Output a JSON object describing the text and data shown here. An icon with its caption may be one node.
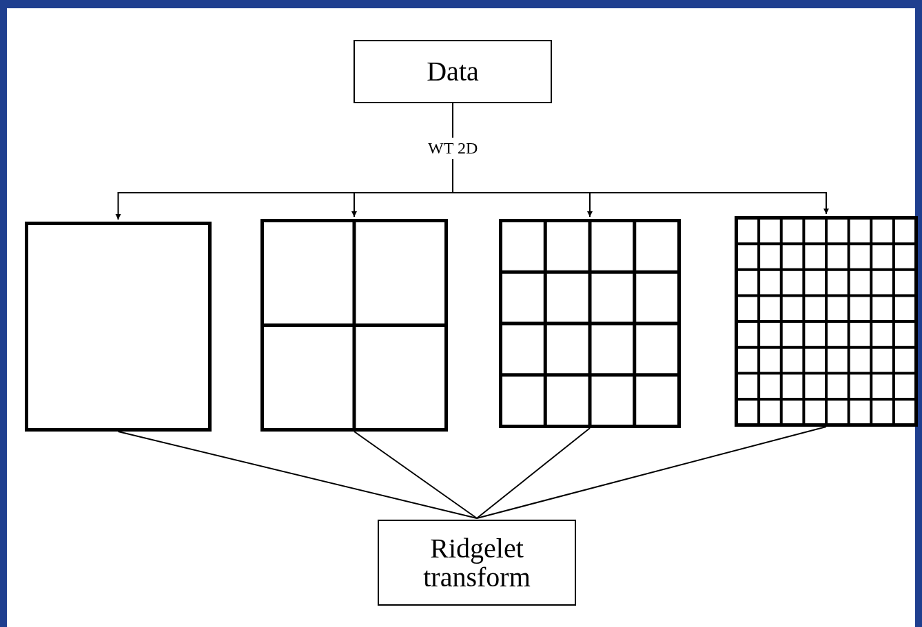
{
  "diagram": {
    "nodes": [
      {
        "text": [
          "Data"
        ]
      },
      {
        "text": [],
        "shape": "box"
      },
      {
        "text": [],
        "shape": "box"
      },
      {
        "text": [],
        "shape": "box"
      },
      {
        "text": [],
        "shape": "box"
      },
      {
        "text": [
          "Ridgelet transform"
        ]
      }
    ],
    "edges": [
      {
        "from": 0,
        "to": 1,
        "arrow": "to",
        "label": "WT 2D"
      },
      {
        "from": 0,
        "to": 2,
        "arrow": "to"
      },
      {
        "from": 0,
        "to": 3,
        "arrow": "to"
      },
      {
        "from": 0,
        "to": 4,
        "arrow": "to"
      },
      {
        "from": 1,
        "to": 5,
        "arrow": "none"
      },
      {
        "from": 2,
        "to": 5,
        "arrow": "none"
      },
      {
        "from": 3,
        "to": 5,
        "arrow": "none"
      },
      {
        "from": 4,
        "to": 5,
        "arrow": "none"
      }
    ]
  }
}
